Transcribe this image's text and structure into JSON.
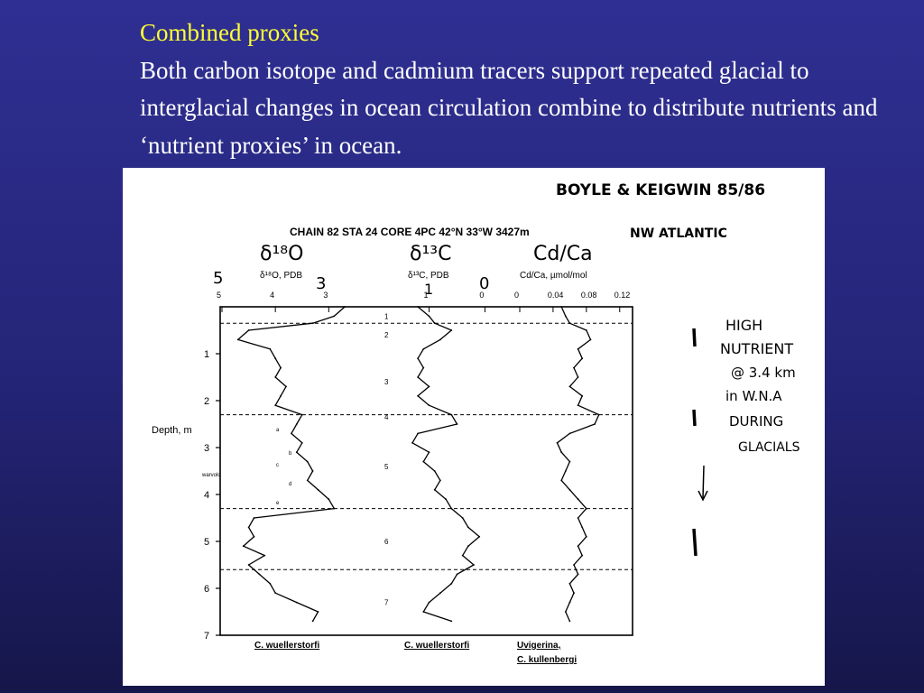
{
  "slide": {
    "title": "Combined proxies",
    "body": "Both carbon isotope and cadmium tracers support repeated glacial to interglacial changes in ocean circulation combine to distribute nutrients and ‘nutrient proxies’ in ocean."
  },
  "figure": {
    "citation": "BOYLE & KEIGWIN 85/86",
    "region": "NW ATLANTIC",
    "core_header": "CHAIN 82   STA 24   CORE 4PC   42°N 33°W 3427m",
    "note": [
      "HIGH",
      "NUTRIENT",
      "@ 3.4 km",
      "in W.N.A",
      "DURING",
      "GLACIALS"
    ]
  },
  "chart_data": {
    "type": "line",
    "ylabel": "Depth, m",
    "ylim": [
      0,
      7
    ],
    "y_ticks": [
      "1",
      "2",
      "3",
      "4",
      "5",
      "6",
      "7"
    ],
    "stage_boundaries": [
      0.35,
      2.3,
      4.3,
      5.6
    ],
    "stage_labels": [
      {
        "label": "1",
        "depth": 0.2
      },
      {
        "label": "2",
        "depth": 0.6
      },
      {
        "label": "3",
        "depth": 1.6
      },
      {
        "label": "4",
        "depth": 2.35
      },
      {
        "label": "5",
        "depth": 3.4
      },
      {
        "label": "6",
        "depth": 5.0
      },
      {
        "label": "7",
        "depth": 6.3
      }
    ],
    "marginal_points": [
      {
        "label": "a",
        "depth": 2.6
      },
      {
        "label": "b",
        "depth": 3.1
      },
      {
        "label": "c",
        "depth": 3.35
      },
      {
        "label": "d",
        "depth": 3.75
      },
      {
        "label": "e",
        "depth": 4.15
      }
    ],
    "side_marker": "warvold",
    "panels": [
      {
        "name": "δ¹⁸O",
        "axis_label": "δ¹⁸O, PDB",
        "taxon": "C. wuellerstorfi",
        "taxon_2": "",
        "handwritten_scale": [
          "5",
          "3"
        ],
        "ticks": [
          {
            "label": "5",
            "value": 5
          },
          {
            "label": "4",
            "value": 4
          },
          {
            "label": "3",
            "value": 3
          }
        ],
        "xlim": [
          5,
          2.6
        ],
        "depth": [
          0,
          0.2,
          0.35,
          0.5,
          0.7,
          0.9,
          1.1,
          1.3,
          1.5,
          1.7,
          1.9,
          2.1,
          2.3,
          2.5,
          2.7,
          2.9,
          3.1,
          3.3,
          3.5,
          3.7,
          3.9,
          4.1,
          4.3,
          4.5,
          4.7,
          4.9,
          5.1,
          5.3,
          5.5,
          5.7,
          5.9,
          6.1,
          6.3,
          6.5,
          6.7
        ],
        "values": [
          2.7,
          2.9,
          3.3,
          4.5,
          4.7,
          4.1,
          4.0,
          3.9,
          4.0,
          3.8,
          3.9,
          4.0,
          3.5,
          3.6,
          3.7,
          3.5,
          3.6,
          3.4,
          3.3,
          3.4,
          3.2,
          3.0,
          2.9,
          4.4,
          4.5,
          4.4,
          4.6,
          4.2,
          4.5,
          4.3,
          4.1,
          4.0,
          3.6,
          3.2,
          3.3
        ]
      },
      {
        "name": "δ¹³C",
        "axis_label": "δ¹³C, PDB",
        "taxon": "C. wuellerstorfi",
        "taxon_2": "",
        "handwritten_scale": [
          "1",
          "0"
        ],
        "ticks": [
          {
            "label": "1",
            "value": 1
          },
          {
            "label": "0",
            "value": 0
          }
        ],
        "xlim": [
          1.8,
          -0.3
        ],
        "depth": [
          0,
          0.2,
          0.35,
          0.5,
          0.7,
          0.9,
          1.1,
          1.3,
          1.5,
          1.7,
          1.9,
          2.1,
          2.3,
          2.5,
          2.7,
          2.9,
          3.1,
          3.3,
          3.5,
          3.7,
          3.9,
          4.1,
          4.3,
          4.5,
          4.7,
          4.9,
          5.1,
          5.3,
          5.5,
          5.7,
          5.9,
          6.1,
          6.3,
          6.5,
          6.7
        ],
        "values": [
          1.2,
          1.0,
          0.9,
          0.6,
          0.8,
          1.1,
          1.2,
          1.1,
          1.2,
          1.0,
          1.2,
          1.0,
          0.6,
          0.5,
          1.2,
          1.3,
          1.0,
          1.1,
          0.9,
          0.8,
          0.9,
          0.7,
          0.6,
          0.4,
          0.3,
          0.1,
          0.3,
          0.4,
          0.2,
          0.5,
          0.6,
          0.8,
          1.0,
          1.1,
          0.6
        ]
      },
      {
        "name": "Cd/Ca",
        "axis_label": "Cd/Ca, µmol/mol",
        "taxon": "Uvigerina,",
        "taxon_2": "C. kullenbergi",
        "handwritten_scale": [],
        "ticks": [
          {
            "label": "0",
            "value": 0
          },
          {
            "label": "0.04",
            "value": 0.04
          },
          {
            "label": "0.08",
            "value": 0.08
          },
          {
            "label": "0.12",
            "value": 0.12
          }
        ],
        "xlim": [
          0,
          0.13
        ],
        "depth": [
          0,
          0.2,
          0.35,
          0.5,
          0.7,
          0.9,
          1.1,
          1.3,
          1.5,
          1.7,
          1.9,
          2.1,
          2.3,
          2.5,
          2.7,
          2.9,
          3.1,
          3.3,
          3.5,
          3.7,
          3.9,
          4.1,
          4.3,
          4.5,
          4.7,
          4.9,
          5.1,
          5.3,
          5.5,
          5.7,
          5.9,
          6.1,
          6.3,
          6.5,
          6.7
        ],
        "values": [
          0.05,
          0.055,
          0.06,
          0.08,
          0.085,
          0.07,
          0.075,
          0.065,
          0.07,
          0.06,
          0.075,
          0.07,
          0.095,
          0.09,
          0.06,
          0.045,
          0.05,
          0.06,
          0.055,
          0.05,
          0.06,
          0.07,
          0.08,
          0.07,
          0.075,
          0.08,
          0.07,
          0.075,
          0.065,
          0.07,
          0.06,
          0.065,
          0.06,
          0.055,
          0.06
        ]
      }
    ]
  }
}
